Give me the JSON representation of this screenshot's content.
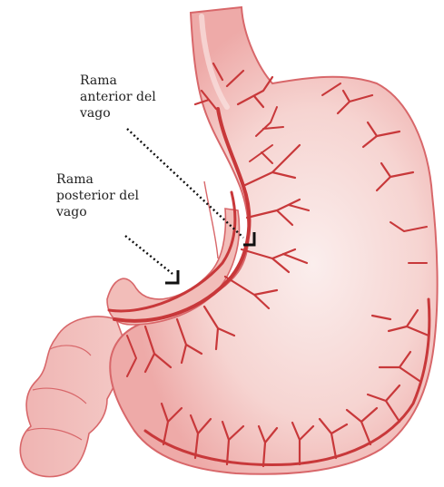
{
  "labels": {
    "anterior": {
      "line1": "Rama",
      "line2": "anterior del",
      "line3": "vago"
    },
    "posterior": {
      "line1": "Rama",
      "line2": "posterior del",
      "line3": "vago"
    }
  },
  "colors": {
    "stomach_fill": "#f4c9c6",
    "stomach_light": "#f9e3e1",
    "stomach_outline": "#d8676a",
    "vessel": "#c8383a",
    "vessel_dark": "#a8262a",
    "leader": "#111111"
  }
}
